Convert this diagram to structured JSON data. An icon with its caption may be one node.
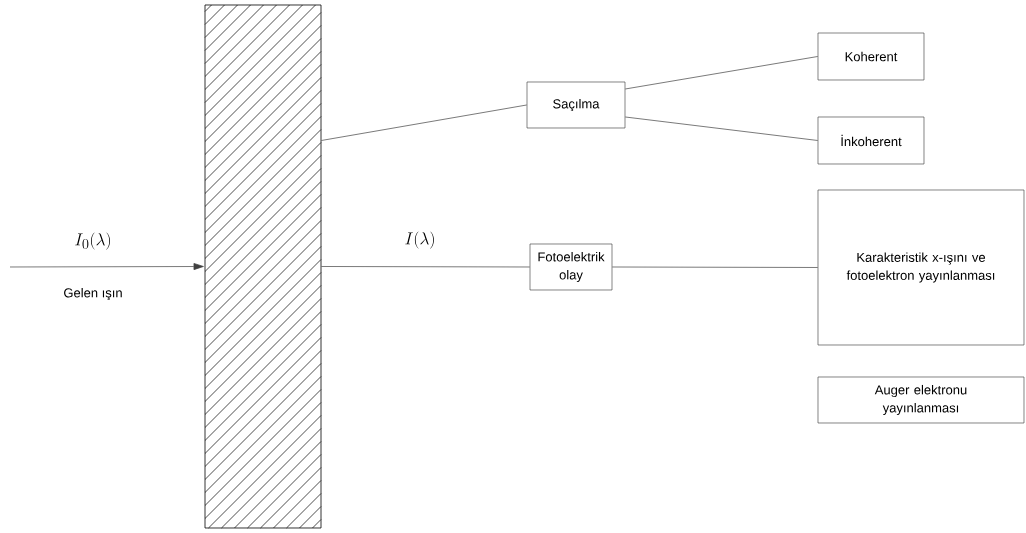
{
  "diagram": {
    "nodes": [
      {
        "text": [],
        "shape": "bar"
      },
      {
        "text": [
          "Saçılma"
        ]
      },
      {
        "text": [
          "Koherent"
        ]
      },
      {
        "text": [
          "İnkoherent"
        ]
      },
      {
        "text": [
          "Fotoelektrik olay"
        ]
      },
      {
        "text": [
          "Karakteristik x-ışını ve fotoelektron yayınlanması"
        ]
      },
      {
        "text": [
          "Auger elektronu yayınlanması"
        ]
      }
    ],
    "edges": [
      {
        "from": null,
        "to": 0,
        "arrow": "to",
        "label": "I_{0}(\\lambda)"
      },
      {
        "from": 0,
        "to": 1,
        "arrow": "none"
      },
      {
        "from": 1,
        "to": 2,
        "arrow": "none"
      },
      {
        "from": 1,
        "to": 3,
        "arrow": "none"
      },
      {
        "from": 0,
        "to": 4,
        "arrow": "none",
        "label": "I(\\lambda)"
      },
      {
        "from": 4,
        "to": 5,
        "arrow": "none"
      }
    ],
    "labels": [
      "Gelen ışın"
    ]
  }
}
